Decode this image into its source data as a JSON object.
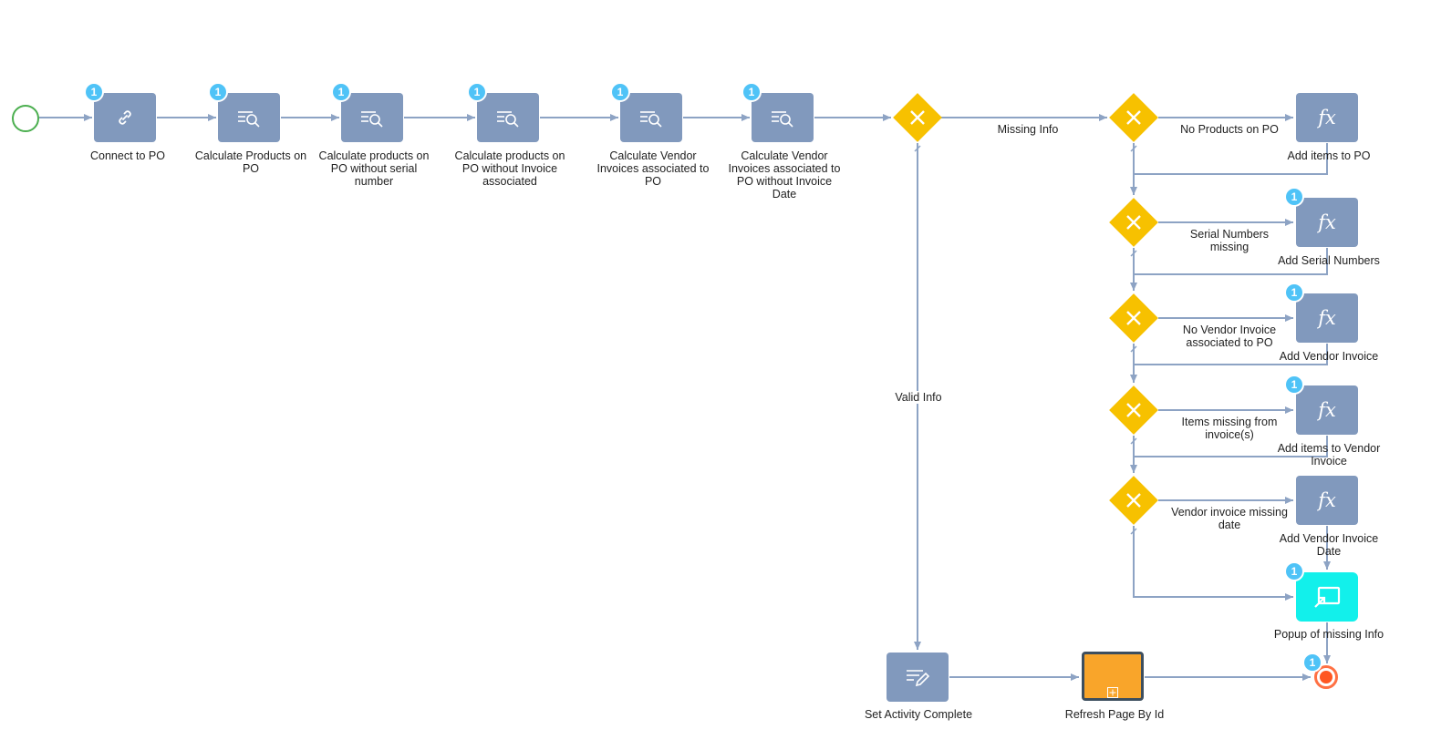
{
  "accent_colors": {
    "task": "#8199bd",
    "gateway": "#f7c100",
    "badge": "#4fc3f7",
    "popup": "#12f0eb",
    "subprocess": "#f9a52a",
    "start": "#4caf50",
    "end": "#ff5722",
    "connector": "#8da3c4"
  },
  "badge_value": "1",
  "nodes": {
    "connect_to_po": {
      "label": "Connect to PO",
      "icon": "link-icon"
    },
    "calc_products_on_po": {
      "label": "Calculate Products on PO",
      "icon": "filter-search-icon"
    },
    "calc_products_no_serial": {
      "label": "Calculate products on PO without serial number",
      "icon": "filter-search-icon"
    },
    "calc_products_no_invoice": {
      "label": "Calculate products on PO without Invoice associated",
      "icon": "filter-search-icon"
    },
    "calc_vendor_invoices": {
      "label": "Calculate Vendor Invoices associated to PO",
      "icon": "filter-search-icon"
    },
    "calc_vendor_invoices_no_date": {
      "label": "Calculate Vendor Invoices associated to PO without Invoice Date",
      "icon": "filter-search-icon"
    },
    "add_items_to_po": {
      "label": "Add items to PO",
      "icon": "fx-icon",
      "icon_glyph": "fx"
    },
    "add_serial_numbers": {
      "label": "Add Serial Numbers",
      "icon": "fx-icon",
      "icon_glyph": "fx"
    },
    "add_vendor_invoice": {
      "label": "Add Vendor Invoice",
      "icon": "fx-icon",
      "icon_glyph": "fx"
    },
    "add_items_to_vendor_invoice": {
      "label": "Add items to Vendor Invoice",
      "icon": "fx-icon",
      "icon_glyph": "fx"
    },
    "add_vendor_invoice_date": {
      "label": "Add Vendor Invoice Date",
      "icon": "fx-icon",
      "icon_glyph": "fx"
    },
    "popup_missing_info": {
      "label": "Popup of missing Info",
      "icon": "popup-icon"
    },
    "set_activity_complete": {
      "label": "Set Activity Complete",
      "icon": "edit-list-icon"
    },
    "refresh_page_by_id": {
      "label": "Refresh Page By Id",
      "icon": "subprocess-expand-icon"
    }
  },
  "flow_labels": {
    "missing_info": "Missing Info",
    "valid_info": "Valid Info",
    "no_products_on_po": "No Products on PO",
    "serial_numbers_missing": "Serial Numbers missing",
    "no_vendor_invoice": "No Vendor Invoice associated to PO",
    "items_missing_from_invoice": "Items missing from invoice(s)",
    "vendor_invoice_missing_date": "Vendor invoice missing date"
  }
}
